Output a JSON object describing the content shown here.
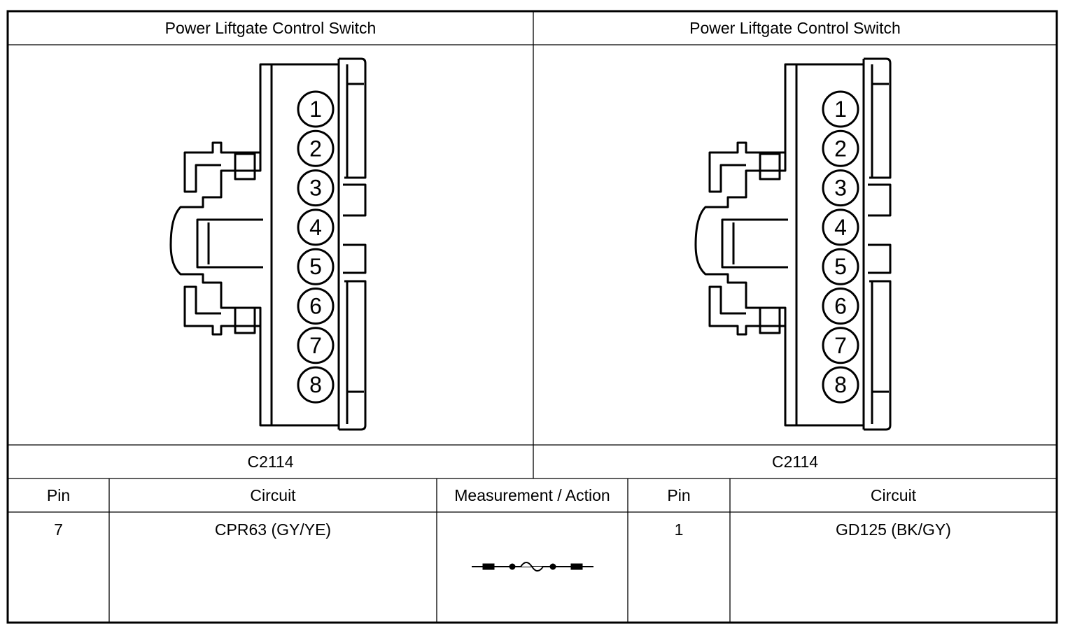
{
  "connectors": [
    {
      "title": "Power Liftgate Control Switch",
      "connector_id": "C2114",
      "pins": [
        "1",
        "2",
        "3",
        "4",
        "5",
        "6",
        "7",
        "8"
      ]
    },
    {
      "title": "Power Liftgate Control Switch",
      "connector_id": "C2114",
      "pins": [
        "1",
        "2",
        "3",
        "4",
        "5",
        "6",
        "7",
        "8"
      ]
    }
  ],
  "table": {
    "headers": {
      "pin_a": "Pin",
      "circuit_a": "Circuit",
      "measurement": "Measurement / Action",
      "pin_b": "Pin",
      "circuit_b": "Circuit"
    },
    "row": {
      "pin_a": "7",
      "circuit_a": "CPR63 (GY/YE)",
      "measurement_icon": "fuse-jumper-icon",
      "pin_b": "1",
      "circuit_b": "GD125 (BK/GY)"
    }
  }
}
